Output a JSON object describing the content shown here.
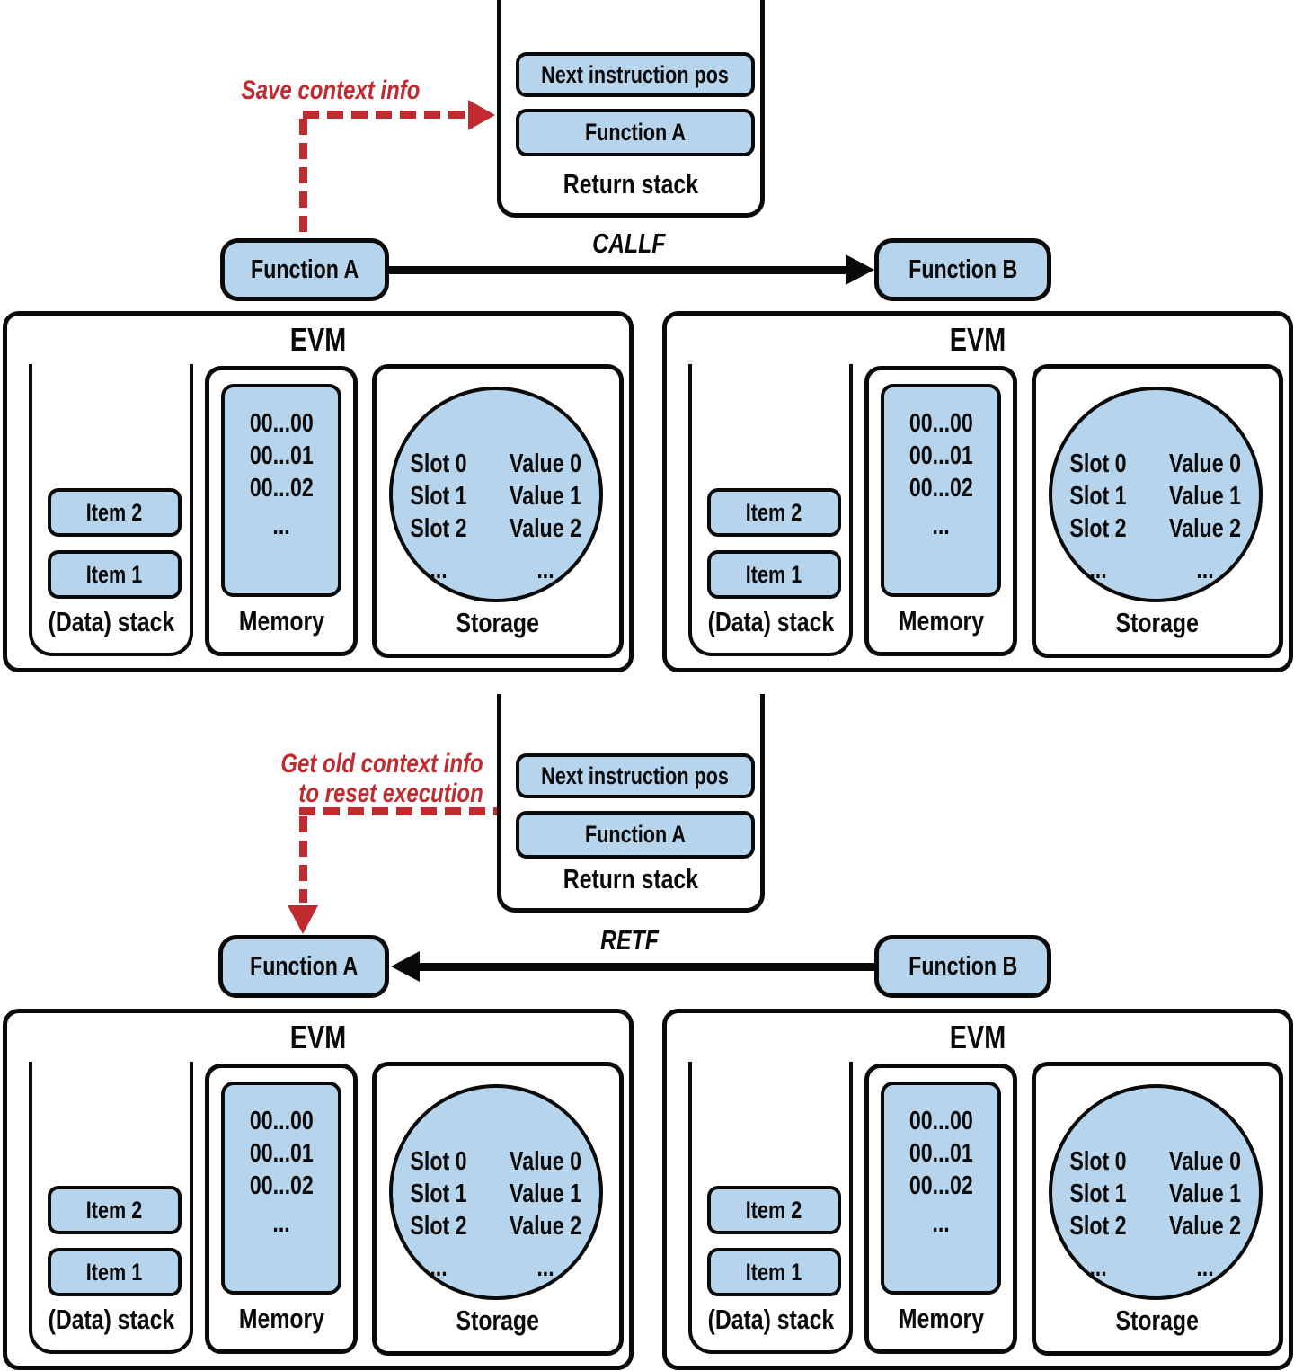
{
  "colors": {
    "box_fill": "#b6d5ec",
    "line": "#0a0a0a",
    "accent_red": "#c12a2e"
  },
  "callf_flow": {
    "annotation": "Save context info",
    "return_stack": {
      "items": [
        "Next instruction pos",
        "Function A"
      ],
      "label": "Return stack"
    },
    "caller": "Function A",
    "opcode": "CALLF",
    "callee": "Function B"
  },
  "retf_flow": {
    "annotation_line1": "Get old context info",
    "annotation_line2": "to reset execution",
    "return_stack": {
      "items": [
        "Next instruction pos",
        "Function A"
      ],
      "label": "Return stack"
    },
    "returner": "Function B",
    "opcode": "RETF",
    "return_target": "Function A"
  },
  "evm_panel": {
    "title": "EVM",
    "data_stack": {
      "items": [
        "Item 2",
        "Item 1"
      ],
      "label": "(Data) stack"
    },
    "memory": {
      "cells": [
        "00...00",
        "00...01",
        "00...02",
        "..."
      ],
      "label": "Memory"
    },
    "storage": {
      "label": "Storage",
      "rows": [
        {
          "slot": "Slot 0",
          "value": "Value 0"
        },
        {
          "slot": "Slot 1",
          "value": "Value 1"
        },
        {
          "slot": "Slot 2",
          "value": "Value 2"
        },
        {
          "slot": "...",
          "value": "..."
        }
      ]
    }
  }
}
